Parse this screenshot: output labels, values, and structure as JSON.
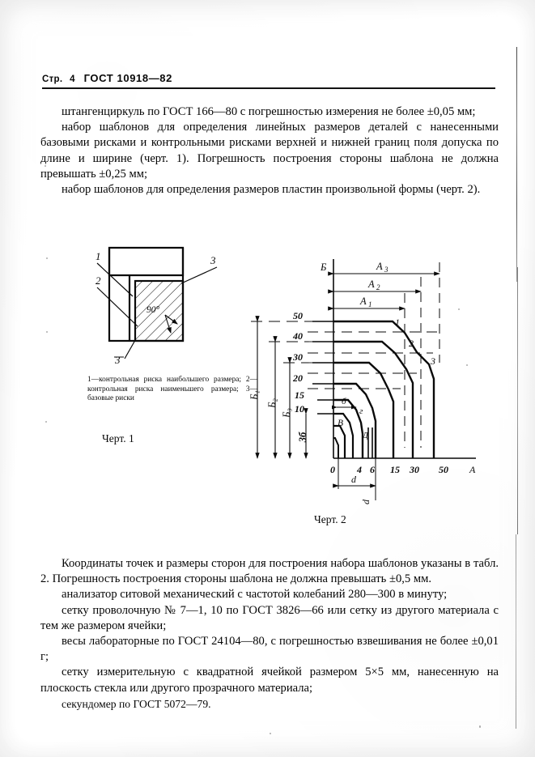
{
  "header": {
    "page_label": "Стр.",
    "page_number": "4",
    "standard": "ГОСТ 10918—82"
  },
  "body_top": {
    "paragraphs": [
      "штангенциркуль по ГОСТ 166—80 с погрешностью измерения не более ±0,05 мм;",
      "набор шаблонов для определения линейных размеров деталей с нанесенными базовыми рисками и контрольными рисками верхней и нижней границ поля допуска  по длине и ширине (черт. 1). Погрешность построения стороны шаблона не должна   превышать ±0,25 мм;",
      "набор шаблонов для определения размеров пластин  произвольной формы (черт. 2)."
    ]
  },
  "body_bottom": {
    "paragraphs": [
      "Координаты точек и размеры  сторон для построения набора шаблонов указаны в табл. 2. Погрешность построения стороны шаблона не должна превышать ±0,5 мм.",
      "анализатор ситовой механический  с  частотой    колебаний 280—300 в минуту;",
      "сетку проволочную № 7—1, 10 по ГОСТ 3826—66 или сетку из другого материала с тем же размером ячейки;",
      "весы лабораторные по ГОСТ 24104—80, с погрешностью взвешивания не более ±0,01 г;",
      "сетку измерительную с квадратной ячейкой размером 5×5 мм, нанесенную на плоскость стекла или другого прозрачного материала;",
      "секундомер по ГОСТ 5072—79."
    ]
  },
  "figure1": {
    "caption": "Черт. 1",
    "callouts": [
      "1",
      "3",
      "2",
      "3"
    ],
    "angle_label": "90°",
    "legend": "1—контрольная риска наибольшего размера;  2—контрольная риска наименьшего размера;  3—базовые риски",
    "legend_parts": [
      {
        "num": "1",
        "text": "—контрольная риска наибольшего размера;"
      },
      {
        "num": "2",
        "text": "—контрольная риска наименьшего размера;"
      },
      {
        "num": "3",
        "text": "—базовые риски"
      }
    ]
  },
  "figure2": {
    "caption": "Черт. 2",
    "axis_x_label": "A",
    "axis_y_label": "Б",
    "x_ticks": [
      "0",
      "4",
      "6",
      "15",
      "30",
      "50"
    ],
    "y_ticks": [
      "10",
      "15",
      "20",
      "30",
      "40",
      "50"
    ],
    "top_dimensions": [
      "A₃",
      "A₂",
      "A₁"
    ],
    "left_dimensions": [
      "Б₁",
      "Б₂",
      "Б₃",
      "3б"
    ],
    "inner_labels": [
      "б",
      "г",
      "В",
      "Д"
    ],
    "bottom_dimensions": [
      "d",
      "d"
    ],
    "curve_labels": [
      "1",
      "2",
      "3"
    ]
  },
  "colors": {
    "ink": "#101010",
    "paper": "#fbfbf8"
  }
}
